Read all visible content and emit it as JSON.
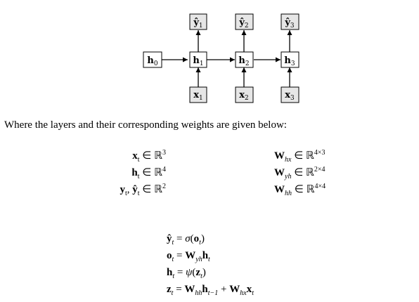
{
  "diagram": {
    "nodes": {
      "h0": {
        "base": "h",
        "sub": "0"
      },
      "h1": {
        "base": "h",
        "sub": "1"
      },
      "h2": {
        "base": "h",
        "sub": "2"
      },
      "h3": {
        "base": "h",
        "sub": "3"
      },
      "x1": {
        "base": "x",
        "sub": "1"
      },
      "x2": {
        "base": "x",
        "sub": "2"
      },
      "x3": {
        "base": "x",
        "sub": "3"
      },
      "y1": {
        "base": "ŷ",
        "sub": "1"
      },
      "y2": {
        "base": "ŷ",
        "sub": "2"
      },
      "y3": {
        "base": "ŷ",
        "sub": "3"
      }
    }
  },
  "intro_text": "Where the layers and their corresponding weights are given below:",
  "dims_left": [
    {
      "lhs": "x",
      "lhs_sub": "t",
      "set": "ℝ",
      "exp": "3"
    },
    {
      "lhs": "h",
      "lhs_sub": "t",
      "set": "ℝ",
      "exp": "4"
    },
    {
      "lhs": "y",
      "lhs_sub": "t",
      "lhs2": "ŷ",
      "lhs2_sub": "t",
      "set": "ℝ",
      "exp": "2"
    }
  ],
  "dims_right": [
    {
      "lhs": "W",
      "lhs_sub": "hx",
      "set": "ℝ",
      "exp": "4×3"
    },
    {
      "lhs": "W",
      "lhs_sub": "yh",
      "set": "ℝ",
      "exp": "2×4"
    },
    {
      "lhs": "W",
      "lhs_sub": "hh",
      "set": "ℝ",
      "exp": "4×4"
    }
  ],
  "equations": {
    "eq1": {
      "lhs": "ŷ",
      "lhs_sub": "t",
      "fn": "σ",
      "arg": "o",
      "arg_sub": "t"
    },
    "eq2": {
      "lhs": "o",
      "lhs_sub": "t",
      "w": "W",
      "w_sub": "yh",
      "v": "h",
      "v_sub": "t"
    },
    "eq3": {
      "lhs": "h",
      "lhs_sub": "t",
      "fn": "ψ",
      "arg": "z",
      "arg_sub": "t"
    },
    "eq4": {
      "lhs": "z",
      "lhs_sub": "t",
      "w1": "W",
      "w1_sub": "hh",
      "v1": "h",
      "v1_sub": "t−1",
      "w2": "W",
      "w2_sub": "hx",
      "v2": "x",
      "v2_sub": "t"
    }
  }
}
